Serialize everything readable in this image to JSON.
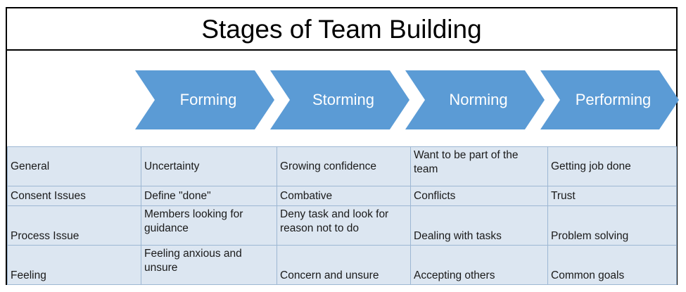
{
  "title": "Stages of Team Building",
  "colors": {
    "chevron_fill": "#5B9BD5",
    "chevron_text": "#FFFFFF",
    "table_fill": "#DCE6F1",
    "table_border": "#9DB7D3",
    "frame_border": "#000000"
  },
  "stages": [
    {
      "label": "Forming"
    },
    {
      "label": "Storming"
    },
    {
      "label": "Norming"
    },
    {
      "label": "Performing"
    }
  ],
  "matrix": {
    "rows": [
      {
        "category": "General",
        "cells": [
          "Uncertainty",
          "Growing confidence",
          "Want to be part of the team",
          "Getting job done"
        ]
      },
      {
        "category": "Consent Issues",
        "cells": [
          "Define \"done\"",
          "Combative",
          "Conflicts",
          "Trust"
        ]
      },
      {
        "category": "Process Issue",
        "cells": [
          "Members looking for guidance",
          "Deny task and look for reason not to do",
          "Dealing with tasks",
          "Problem solving"
        ]
      },
      {
        "category": "Feeling",
        "cells": [
          "Feeling anxious and unsure",
          "Concern and unsure",
          "Accepting others",
          "Common goals"
        ]
      }
    ]
  }
}
